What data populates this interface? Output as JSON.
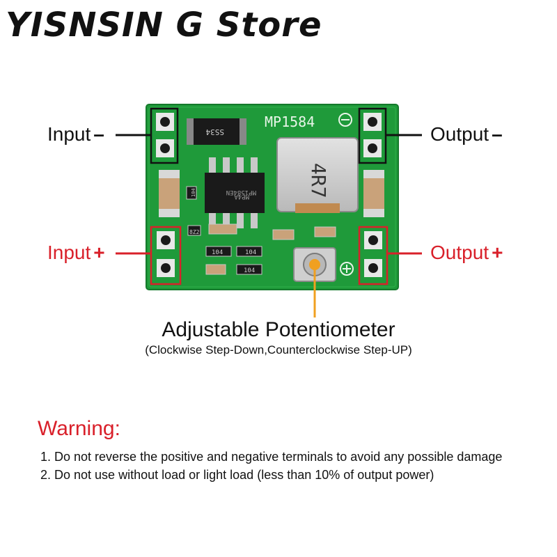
{
  "store": {
    "title": "YISNSIN G Store"
  },
  "board": {
    "model_label": "MP1584",
    "diode_label": "SS34",
    "inductor_label": "4R7",
    "chip_text_1": "MP1584EN",
    "chip_text_2": "MP4A",
    "resistor_label_1": "104",
    "resistor_label_2": "104",
    "resistor_label_3": "104",
    "resistor_label_4": "104",
    "small_label_1": "8Z2",
    "small_label_2": "104"
  },
  "labels": {
    "input_neg": {
      "text": "Input",
      "sign": "–"
    },
    "input_pos": {
      "text": "Input",
      "sign": "+"
    },
    "output_neg": {
      "text": "Output",
      "sign": "–"
    },
    "output_pos": {
      "text": "Output",
      "sign": "+"
    }
  },
  "potentiometer": {
    "title": "Adjustable Potentiometer",
    "subtitle": "(Clockwise Step-Down,Counterclockwise Step-UP)"
  },
  "warning": {
    "title": "Warning:",
    "items": [
      "1. Do not reverse the positive and negative terminals to avoid any possible damage",
      "2. Do not use without load or light load (less than 10% of output power)"
    ]
  },
  "colors": {
    "pcb_green": "#1f9a3a",
    "accent_red": "#d9202a",
    "pointer_orange": "#f0a020",
    "text_black": "#111111"
  }
}
